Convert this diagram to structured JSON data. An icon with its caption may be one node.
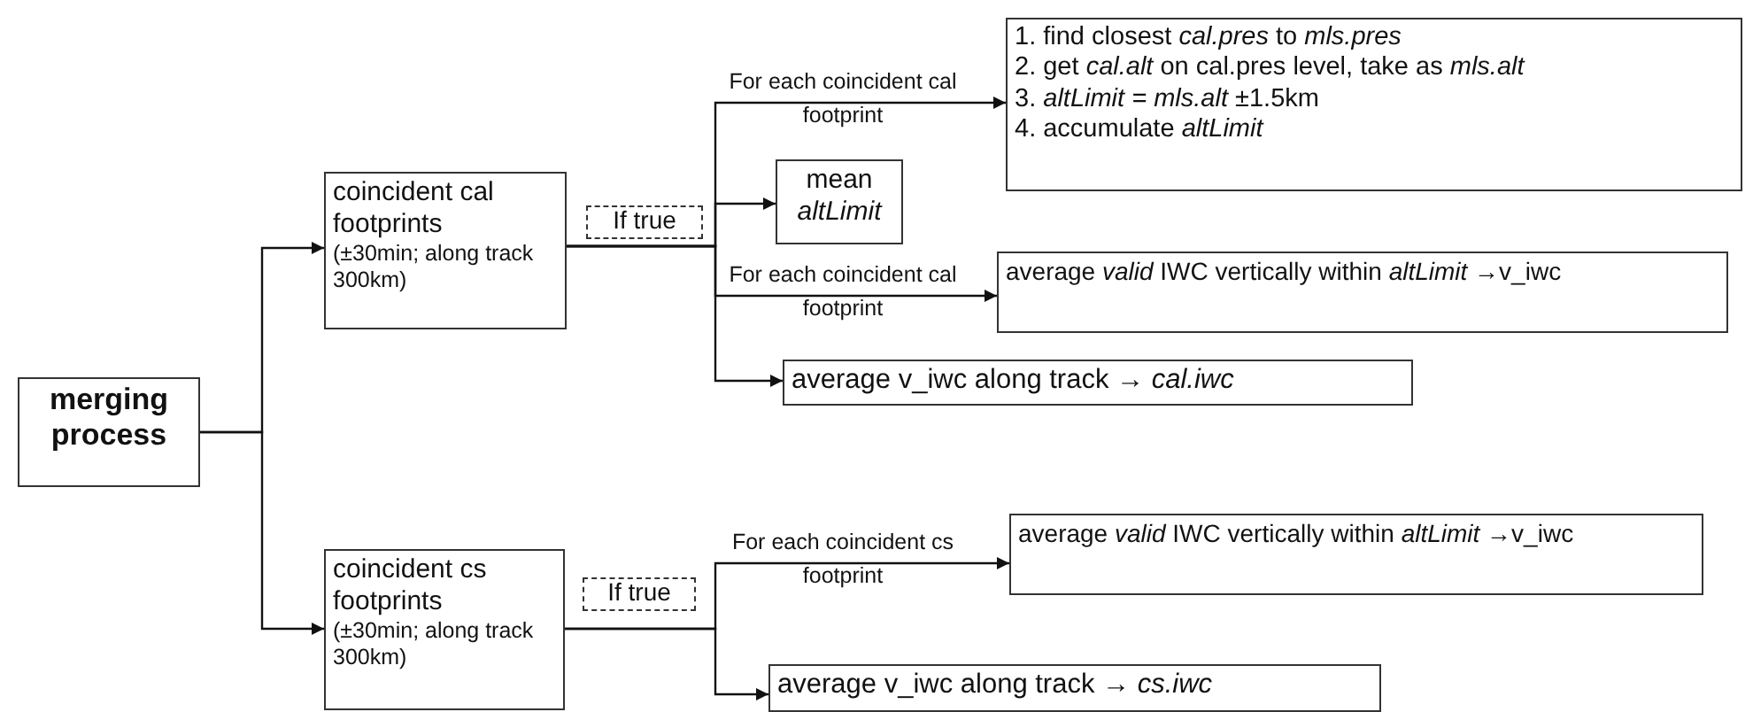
{
  "diagram": {
    "nodes": [
      {
        "text": [
          "merging process"
        ]
      },
      {
        "text": [
          "coincident cal footprints",
          "(±30min; along track 300km)"
        ]
      },
      {
        "text": [
          "If true"
        ]
      },
      {
        "text": [
          "1. find closest *cal.pres* to *mls.pres*",
          "2. get *cal.alt* on cal.pres level, take as *mls.alt*",
          "3. *altLimit = mls.alt* ±1.5km",
          "4. accumulate *altLimit*"
        ]
      },
      {
        "text": [
          "mean *altLimit*"
        ]
      },
      {
        "text": [
          "average *valid* IWC vertically within *altLimit* →v_iwc"
        ]
      },
      {
        "text": [
          "average v_iwc along track → *cal.iwc*"
        ]
      },
      {
        "text": [
          "coincident cs footprints",
          "(±30min; along track 300km)"
        ]
      },
      {
        "text": [
          "If true"
        ]
      },
      {
        "text": [
          "average *valid* IWC vertically within *altLimit* →v_iwc"
        ]
      },
      {
        "text": [
          "average v_iwc along track → *cs.iwc*"
        ]
      }
    ],
    "edges": [
      {
        "from": 0,
        "to": 1,
        "arrow": "to"
      },
      {
        "from": 0,
        "to": 7,
        "arrow": "to"
      },
      {
        "from": 1,
        "to": 3,
        "arrow": "to",
        "label": "For each coincident cal footprint"
      },
      {
        "from": 1,
        "to": 4,
        "arrow": "to"
      },
      {
        "from": 1,
        "to": 5,
        "arrow": "to",
        "label": "For each coincident cal footprint"
      },
      {
        "from": 1,
        "to": 6,
        "arrow": "to"
      },
      {
        "from": 7,
        "to": 9,
        "arrow": "to",
        "label": "For each coincident cs footprint"
      },
      {
        "from": 7,
        "to": 10,
        "arrow": "to"
      }
    ]
  }
}
